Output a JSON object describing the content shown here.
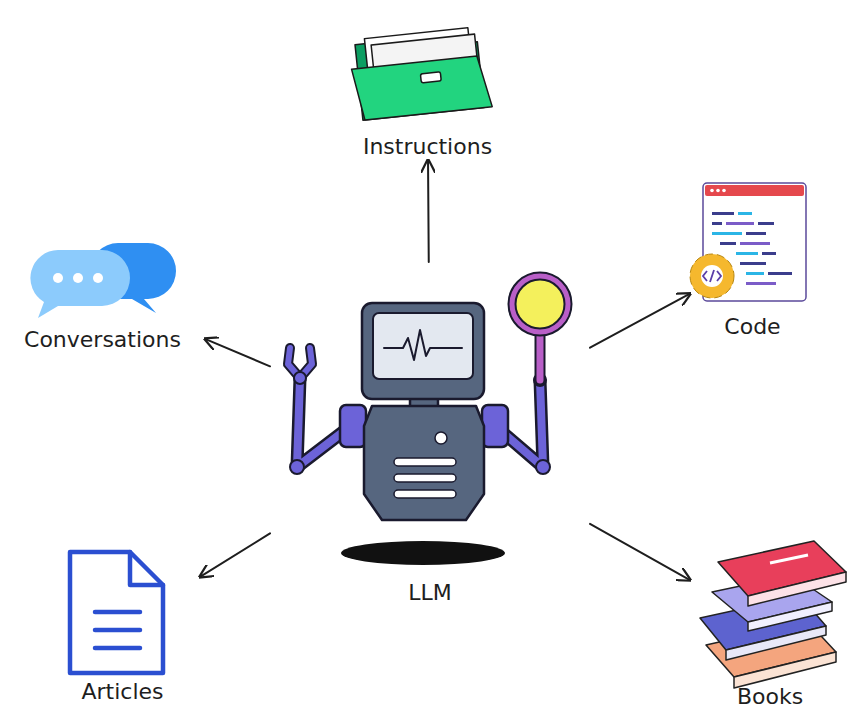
{
  "diagram": {
    "nodes": [
      {
        "text": [
          "Instructions"
        ]
      },
      {
        "text": [
          "Conversations"
        ]
      },
      {
        "text": [
          "Code"
        ]
      },
      {
        "text": [
          "LLM"
        ]
      },
      {
        "text": [
          "Articles"
        ]
      },
      {
        "text": [
          "Books"
        ]
      }
    ],
    "edges": [
      {
        "from": 3,
        "to": 0,
        "arrow": "to"
      },
      {
        "from": 3,
        "to": 1,
        "arrow": "to"
      },
      {
        "from": 3,
        "to": 2,
        "arrow": "to"
      },
      {
        "from": 3,
        "to": 4,
        "arrow": "to"
      },
      {
        "from": 3,
        "to": 5,
        "arrow": "to"
      }
    ]
  }
}
